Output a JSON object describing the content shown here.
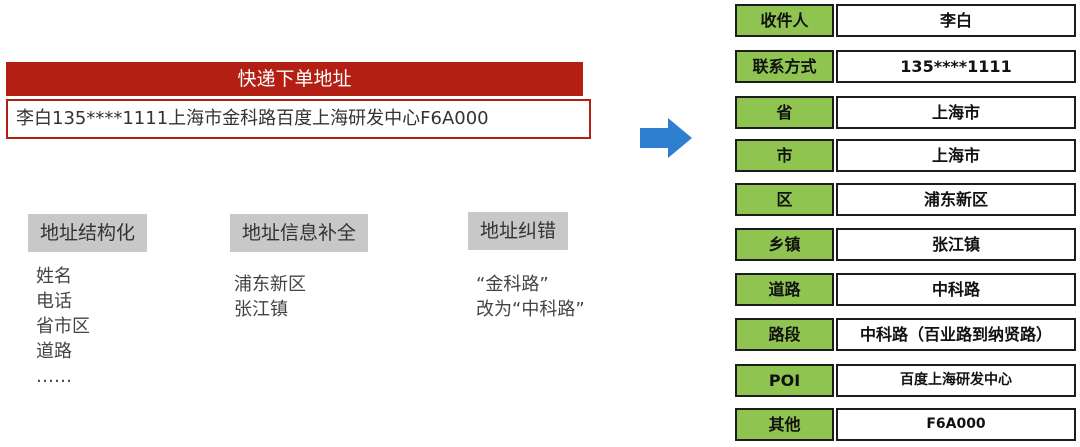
{
  "order": {
    "title": "快递下单地址",
    "raw_address": "李白135****1111上海市金科路百度上海研发中心F6A000"
  },
  "features": [
    {
      "label": "地址结构化",
      "items": [
        "姓名",
        "电话",
        "省市区",
        "道路",
        "……"
      ]
    },
    {
      "label": "地址信息补全",
      "items": [
        "浦东新区",
        "张江镇"
      ]
    },
    {
      "label": "地址纠错",
      "items": [
        "“金科路”",
        "改为“中科路”"
      ]
    }
  ],
  "arrow_color": "#2f7fd0",
  "colors": {
    "title_bar": "#b41f13",
    "key_cell": "#8fc450",
    "label_box": "#c8c8c8"
  },
  "result_table": [
    {
      "key": "收件人",
      "value": "李白"
    },
    {
      "key": "联系方式",
      "value": "135****1111"
    },
    {
      "key": "省",
      "value": "上海市"
    },
    {
      "key": "市",
      "value": "上海市"
    },
    {
      "key": "区",
      "value": "浦东新区"
    },
    {
      "key": "乡镇",
      "value": "张江镇"
    },
    {
      "key": "道路",
      "value": "中科路"
    },
    {
      "key": "路段",
      "value": "中科路（百业路到纳贤路）"
    },
    {
      "key": "POI",
      "value": "百度上海研发中心"
    },
    {
      "key": "其他",
      "value": "F6A000"
    }
  ]
}
